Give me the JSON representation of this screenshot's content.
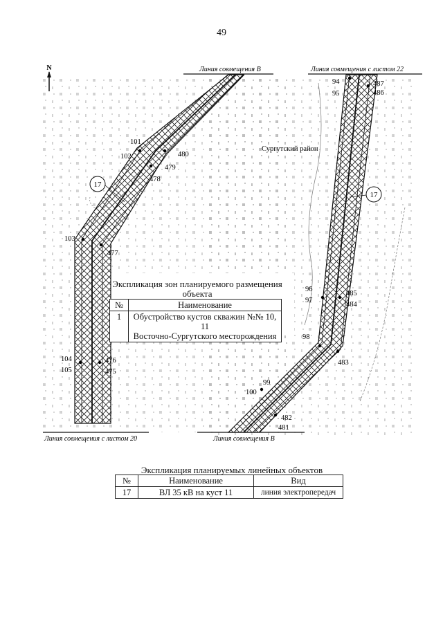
{
  "page_number": "49",
  "north_label": "N",
  "combination_lines": {
    "top_left": "Линия совмещения В",
    "top_right": "Линия совмещения с листом 22",
    "bottom_left": "Линия совмещения с листом 20",
    "bottom_right": "Линия совмещения В"
  },
  "region_label": "Сургутский район",
  "object_number": "17",
  "point_labels": {
    "p101": "101",
    "p102": "102",
    "p480": "480",
    "p479": "479",
    "p478": "478",
    "p103": "103",
    "p477": "477",
    "p104": "104",
    "p105": "105",
    "p476": "476",
    "p475": "475",
    "p94": "94",
    "p95": "95",
    "p487": "487",
    "p486": "486",
    "p96": "96",
    "p97": "97",
    "p485": "485",
    "p484": "484",
    "p98": "98",
    "p483": "483",
    "p99": "99",
    "p100": "100",
    "p482": "482",
    "p481": "481"
  },
  "zones_table": {
    "caption_line1": "Экспликация зон планируемого размещения",
    "caption_line2": "объекта",
    "header_no": "№",
    "header_name": "Наименование",
    "rows": [
      {
        "no": "1",
        "name_line1": "Обустройство кустов скважин №№ 10, 11",
        "name_line2": "Восточно-Сургутского месторождения"
      }
    ]
  },
  "linear_table": {
    "caption": "Экспликация планируемых линейных объектов",
    "header_no": "№",
    "header_name": "Наименование",
    "header_type": "Вид",
    "rows": [
      {
        "no": "17",
        "name": "ВЛ 35 кВ на куст 11",
        "type": "линия электропередач"
      }
    ]
  }
}
